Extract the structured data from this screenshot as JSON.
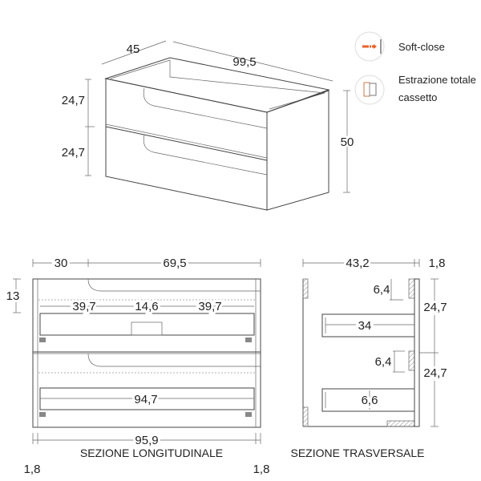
{
  "iso_view": {
    "depth": "45",
    "width": "99,5",
    "drawer_top_height": "24,7",
    "drawer_bottom_height": "24,7",
    "total_height": "50"
  },
  "legend": {
    "items": [
      {
        "icon": "soft-close-icon",
        "label": "Soft-close"
      },
      {
        "icon": "full-extension-drawer-icon",
        "label_line1": "Estrazione totale",
        "label_line2": "cassetto"
      }
    ],
    "accent_color": "#e8622a"
  },
  "longitudinal": {
    "title": "SEZIONE LONGITUDINALE",
    "top_left": "30",
    "top_right": "69,5",
    "handle_height": "13",
    "inner_left": "39,7",
    "inner_center": "14,6",
    "inner_right": "39,7",
    "lower_drawer_width": "94,7",
    "inner_width": "95,9",
    "side_left": "1,8",
    "side_right": "1,8"
  },
  "transversal": {
    "title": "SEZIONE TRASVERSALE",
    "depth": "43,2",
    "back_thickness": "1,8",
    "upper_gap": "6,4",
    "lower_gap": "6,4",
    "upper_drawer_depth": "34",
    "lower_drawer_label": "6,6",
    "upper_height": "24,7",
    "lower_height": "24,7"
  }
}
